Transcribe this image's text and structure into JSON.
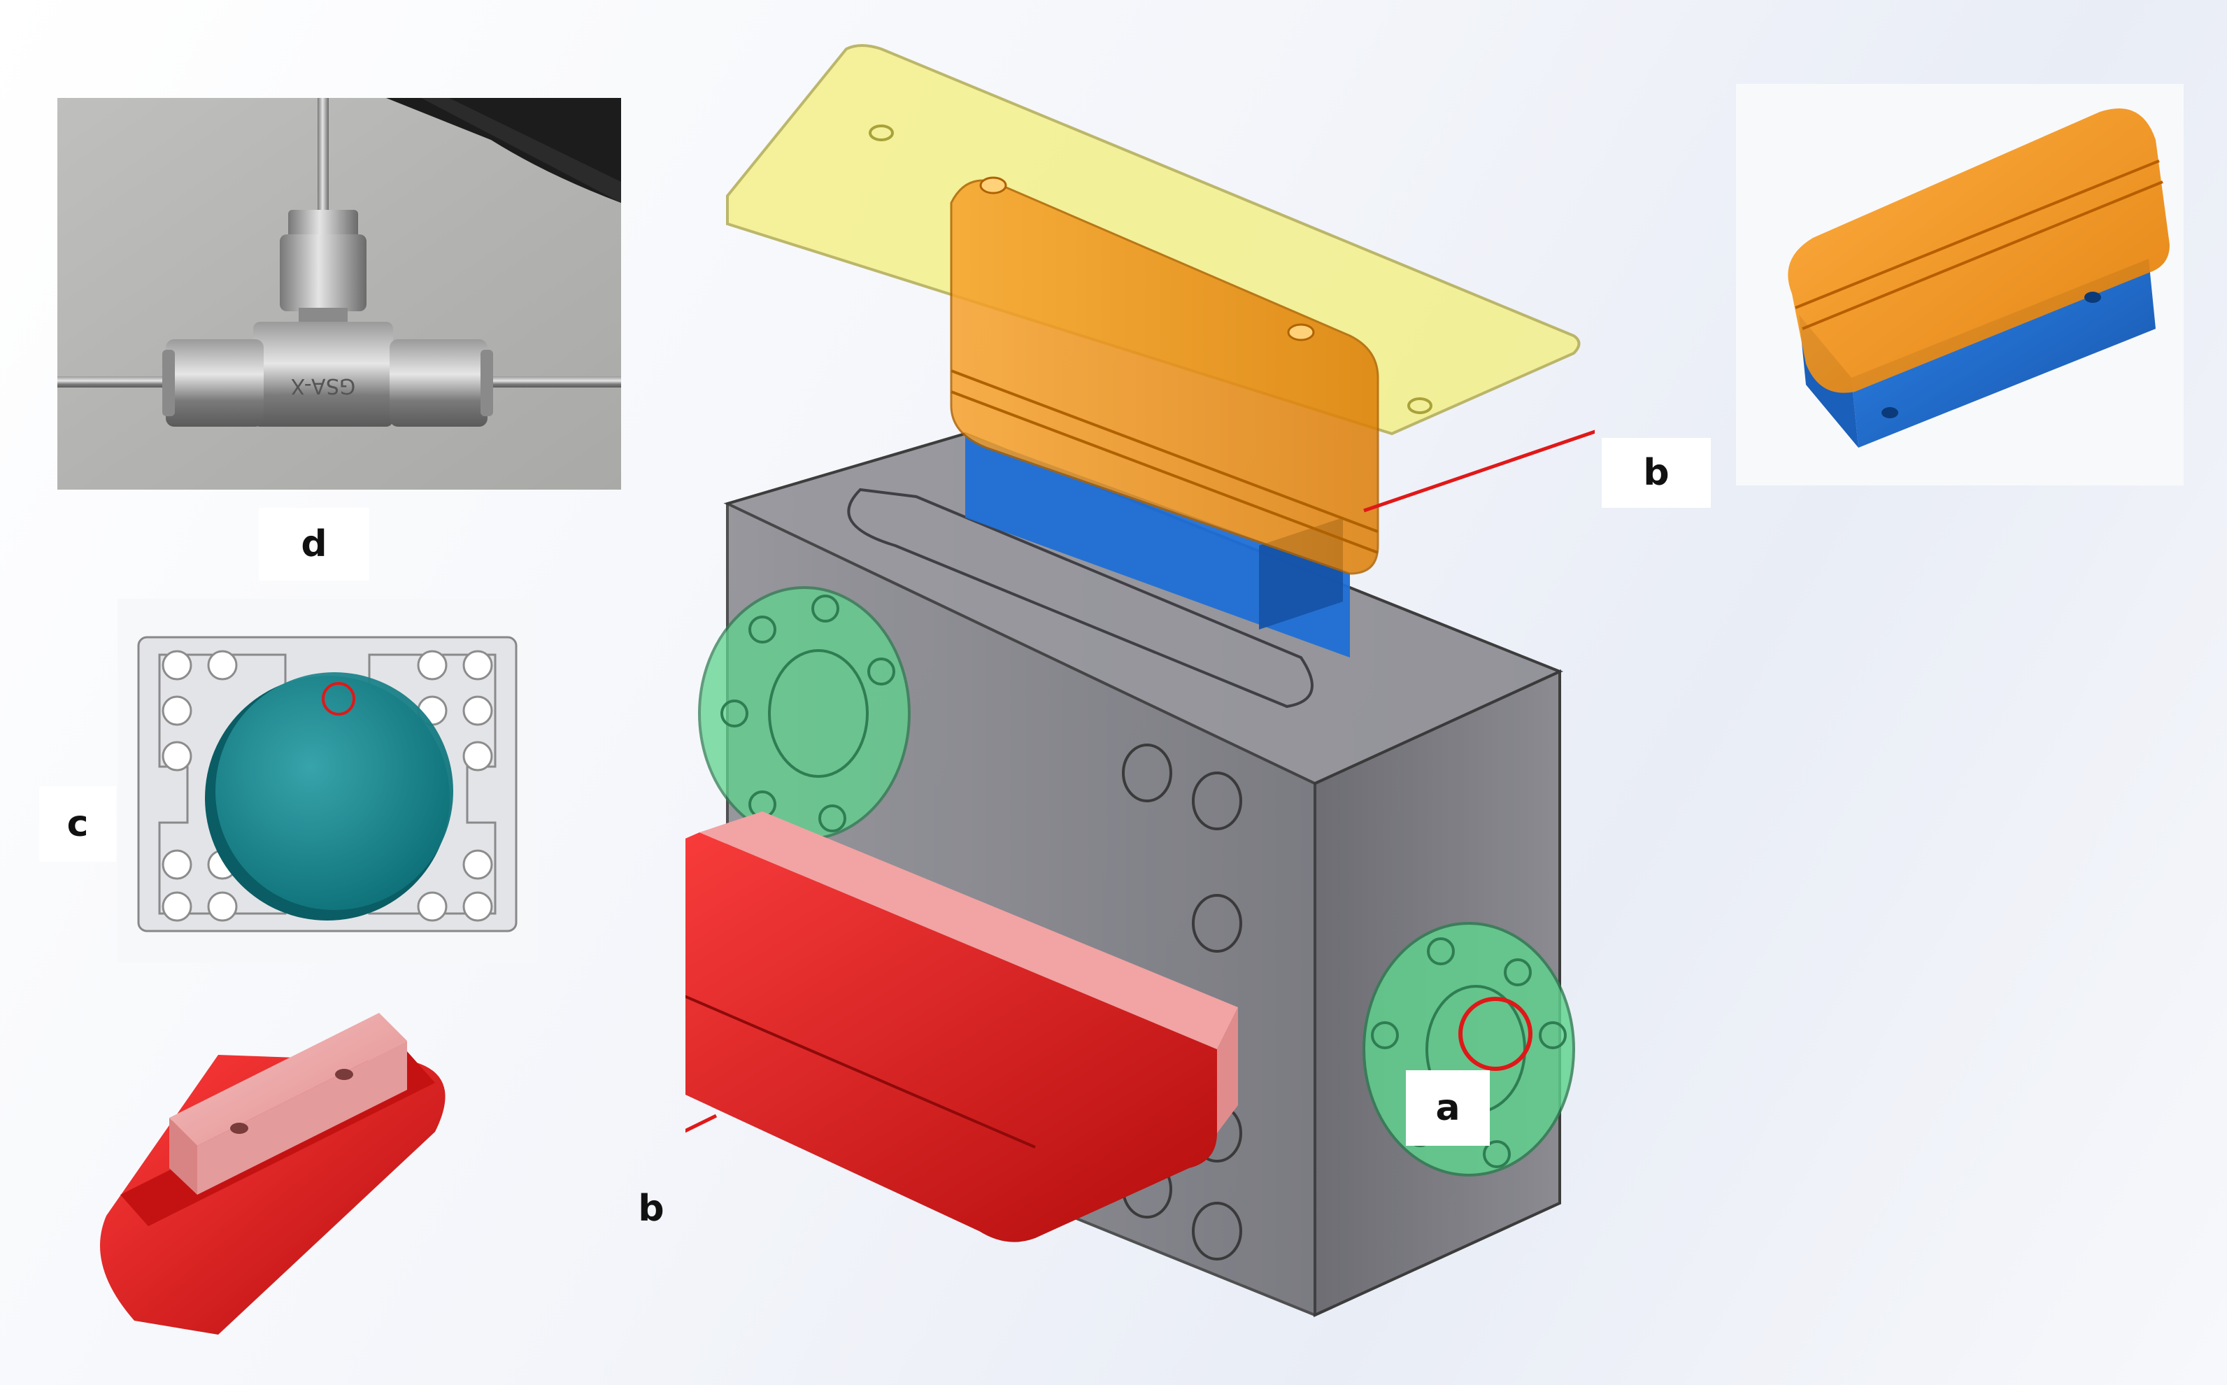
{
  "labels": {
    "a": "a",
    "b_top": "b",
    "b_bottom": "b",
    "c": "c",
    "d": "d"
  },
  "colors": {
    "lid": "#f3ef7a",
    "orange_part": "#f39a18",
    "blue_part": "#1f6fd6",
    "red_part": "#e31515",
    "pink_part": "#f2a3a3",
    "green_flange": "#5fd48e",
    "teal_disc": "#0e8c95",
    "body_gray": "#6f6f75",
    "arrow": "#e01818",
    "highlight_circle": "#e01818"
  }
}
